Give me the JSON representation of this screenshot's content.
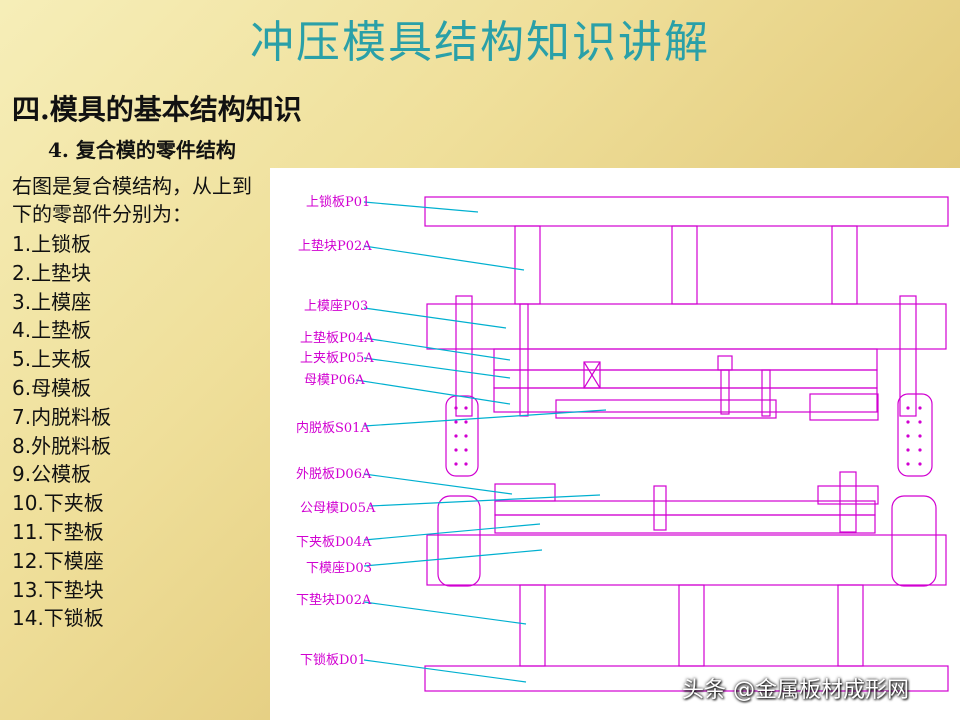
{
  "title": "冲压模具结构知识讲解",
  "section": "四.模具的基本结构知识",
  "subsection": "4. 复合模的零件结构",
  "intro": "右图是复合模结构，从上到下的零部件分别为：",
  "parts": [
    "1.上锁板",
    "2.上垫块",
    "3.上模座",
    "4.上垫板",
    "5.上夹板",
    "6.母模板",
    "7.内脱料板",
    "8.外脱料板",
    "9.公模板",
    "10.下夹板",
    "11.下垫板",
    "12.下模座",
    "13.下垫块",
    "14.下锁板"
  ],
  "diagram": {
    "labels": [
      "上锁板P01",
      "上垫块P02A",
      "上模座P03",
      "上垫板P04A",
      "上夹板P05A",
      "母模P06A",
      "内脱板S01A",
      "外脱板D06A",
      "公母模D05A",
      "下夹板D04A",
      "下模座D03",
      "下垫块D02A",
      "下锁板D01"
    ]
  },
  "watermark": "头条 @金属板材成形网",
  "colors": {
    "title": "#2aa0a8",
    "line": "#d100d1",
    "leader": "#00b0d0"
  }
}
